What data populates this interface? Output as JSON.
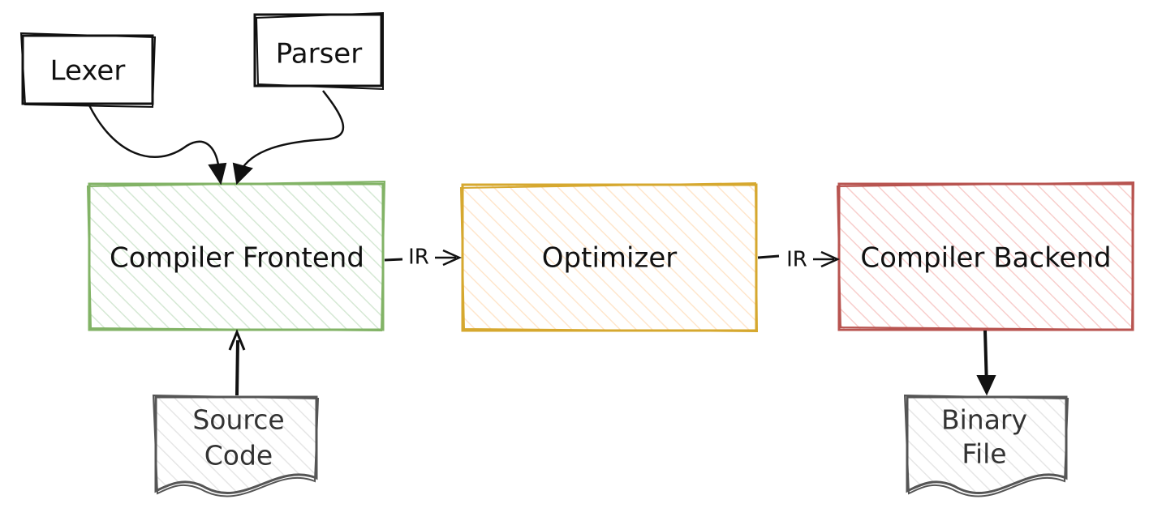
{
  "nodes": {
    "lexer": {
      "label": "Lexer"
    },
    "parser": {
      "label": "Parser"
    },
    "frontend": {
      "label": "Compiler Frontend",
      "stroke": "#82b366",
      "fill": "#d5e8d4"
    },
    "optimizer": {
      "label": "Optimizer",
      "stroke": "#d6a82f",
      "fill": "#ffe6cc"
    },
    "backend": {
      "label": "Compiler Backend",
      "stroke": "#b85450",
      "fill": "#f8cecc"
    },
    "source": {
      "label_lines": [
        "Source",
        "Code"
      ],
      "stroke": "#555555",
      "fill": "#e6e6e6"
    },
    "binary": {
      "label_lines": [
        "Binary",
        "File"
      ],
      "stroke": "#555555",
      "fill": "#e6e6e6"
    }
  },
  "edges": {
    "frontend_to_optimizer": {
      "label": "IR"
    },
    "optimizer_to_backend": {
      "label": "IR"
    }
  }
}
